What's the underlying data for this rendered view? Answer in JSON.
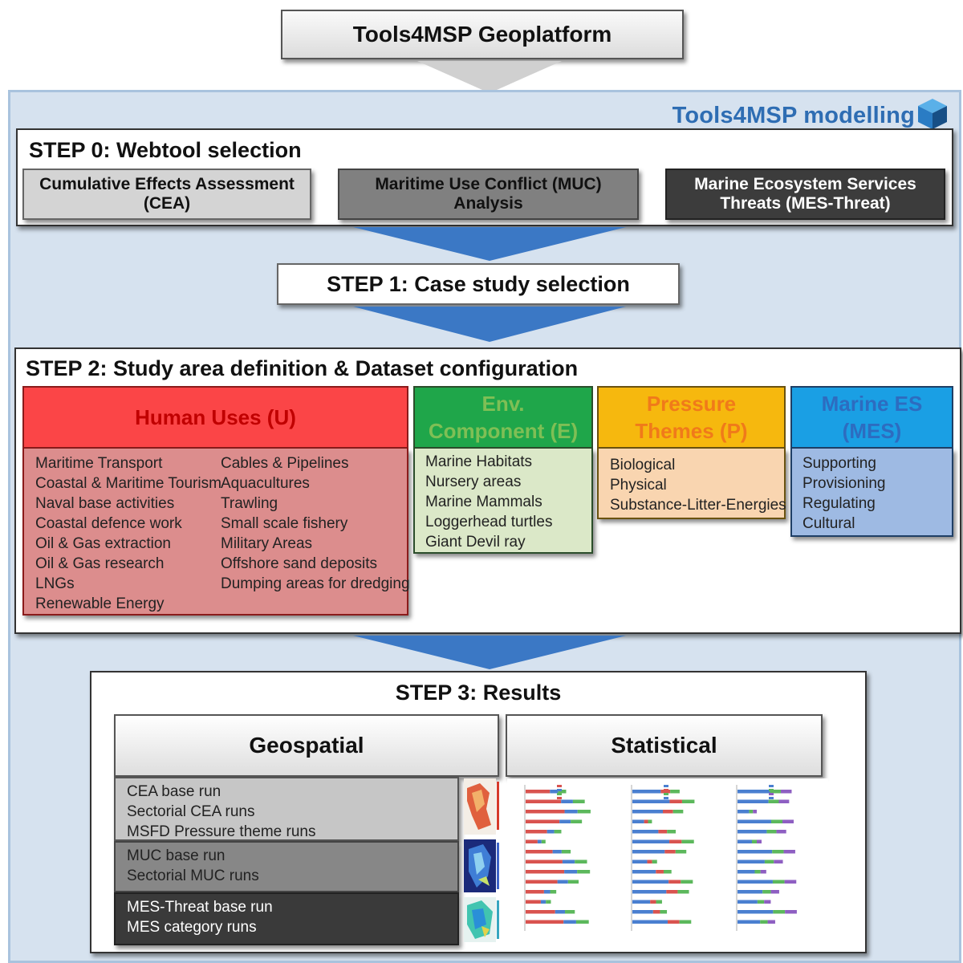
{
  "header": {
    "title": "Tools4MSP Geoplatform"
  },
  "framework": {
    "title": "Tools4MSP modelling Framework"
  },
  "step0": {
    "title": "STEP 0: Webtool selection",
    "tools": {
      "cea": "Cumulative Effects Assessment (CEA)",
      "muc": "Maritime Use Conflict (MUC) Analysis",
      "mes": "Marine Ecosystem Services Threats (MES-Threat)"
    }
  },
  "step1": {
    "title": "STEP 1: Case study selection"
  },
  "step2": {
    "title": "STEP 2: Study area definition & Dataset configuration",
    "human_uses": {
      "title": "Human Uses (U)",
      "items_a": [
        "Maritime Transport",
        "Coastal & Maritime Tourism",
        "Naval base activities",
        "Coastal defence work",
        "Oil & Gas extraction",
        "Oil & Gas research",
        "LNGs",
        "Renewable Energy"
      ],
      "items_b": [
        "Cables & Pipelines",
        "Aquacultures",
        "Trawling",
        "Small scale fishery",
        "Military Areas",
        "Offshore sand deposits",
        "Dumping areas for dredging"
      ]
    },
    "env": {
      "title": "Env. Component (E)",
      "items": [
        "Marine Habitats",
        "Nursery areas",
        "Marine Mammals",
        "Loggerhead turtles",
        "Giant Devil ray"
      ]
    },
    "pressure": {
      "title": "Pressure Themes (P)",
      "items": [
        "Biological",
        "Physical",
        "Substance-Litter-Energies"
      ]
    },
    "mes": {
      "title": "Marine ES (MES)",
      "items": [
        "Supporting",
        "Provisioning",
        "Regulating",
        "Cultural"
      ]
    }
  },
  "step3": {
    "title": "STEP 3: Results",
    "geo_title": "Geospatial",
    "stat_title": "Statistical",
    "cea_runs": [
      "CEA base run",
      "Sectorial CEA runs",
      "MSFD Pressure theme runs"
    ],
    "muc_runs": [
      "MUC base run",
      "Sectorial MUC runs"
    ],
    "mes_runs": [
      "MES-Threat base run",
      "MES category  runs"
    ]
  },
  "colors": {
    "framework_title": "#2e6db3",
    "arrow_blue": "#3b78c5",
    "human_uses": "#fb4547",
    "env": "#1fa64a",
    "pressure": "#f6b80e",
    "mes": "#1a9fe4"
  },
  "icons": {
    "framework": "cube-icon"
  }
}
